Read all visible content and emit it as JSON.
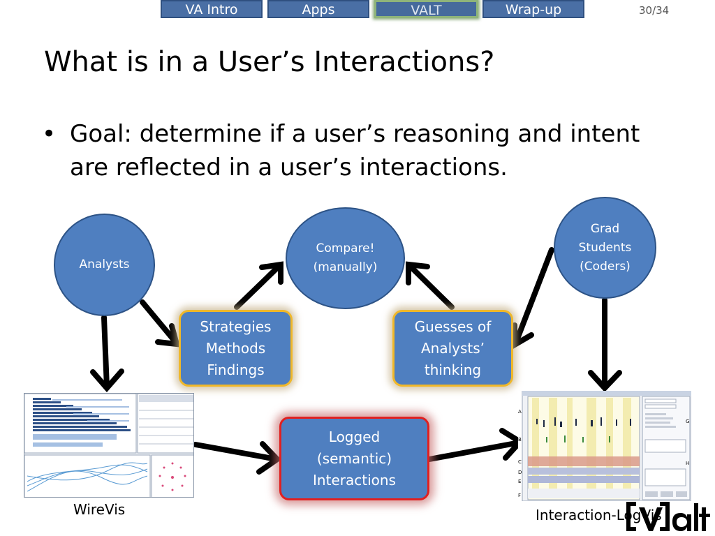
{
  "nav": {
    "tabs": [
      {
        "label": "VA Intro",
        "active": false
      },
      {
        "label": "Apps",
        "active": false
      },
      {
        "label": "VALT",
        "active": true
      },
      {
        "label": "Wrap-up",
        "active": false
      }
    ],
    "page_number": "30/34"
  },
  "slide": {
    "title": "What is in a User’s Interactions?",
    "bullet": "Goal: determine if a user’s reasoning and intent are reflected in a user’s interactions."
  },
  "diagram": {
    "analysts": "Analysts",
    "compare": "Compare! (manually)",
    "grad_students": "Grad Students (Coders)",
    "strategies": "Strategies Methods Findings",
    "guesses": "Guesses of Analysts’ thinking",
    "logged": "Logged (semantic) Interactions",
    "wirevis_caption": "WireVis",
    "interaction_log_caption": "Interaction-LogVis",
    "log_markers": [
      "A",
      "B",
      "C",
      "D",
      "E",
      "F",
      "G",
      "H"
    ]
  },
  "logo": {
    "text": "[V]alt"
  },
  "colors": {
    "node_fill": "#4f7fc0",
    "node_border": "#2d5386",
    "highlight_yellow": "#f0b82a",
    "highlight_red": "#e02020",
    "nav_fill": "#4a6fa5",
    "nav_active_border": "#8fb47a"
  }
}
